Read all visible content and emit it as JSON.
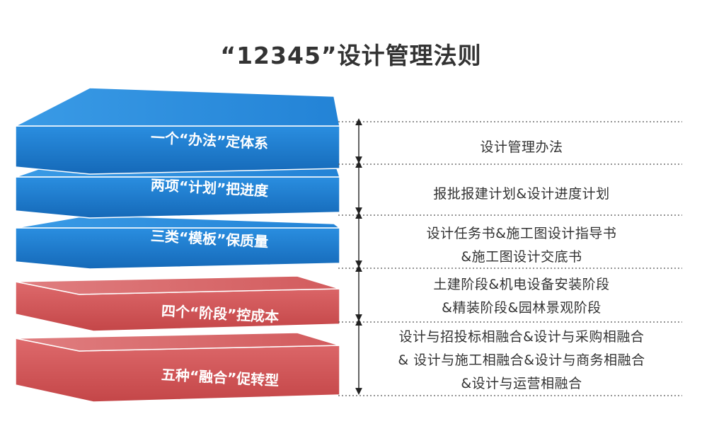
{
  "title": "“12345”设计管理法则",
  "colors": {
    "blue": "#1f7fd2",
    "red": "#d35b5d"
  },
  "layers": [
    {
      "label": "一个“办法”定体系",
      "color": "blue",
      "desc": [
        "设计管理办法"
      ]
    },
    {
      "label": "两项“计划”把进度",
      "color": "blue",
      "desc": [
        "报批报建计划&设计进度计划"
      ]
    },
    {
      "label": "三类“模板”保质量",
      "color": "blue",
      "desc": [
        "设计任务书&施工图设计指导书",
        "&施工图设计交底书"
      ]
    },
    {
      "label": "四个“阶段”控成本",
      "color": "red",
      "desc": [
        "土建阶段&机电设备安装阶段",
        "&精装阶段&园林景观阶段"
      ]
    },
    {
      "label": "五种“融合”促转型",
      "color": "red",
      "desc": [
        "设计与招投标相融合&设计与采购相融合",
        "& 设计与施工相融合&设计与商务相融合",
        "&设计与运营相融合"
      ]
    }
  ]
}
